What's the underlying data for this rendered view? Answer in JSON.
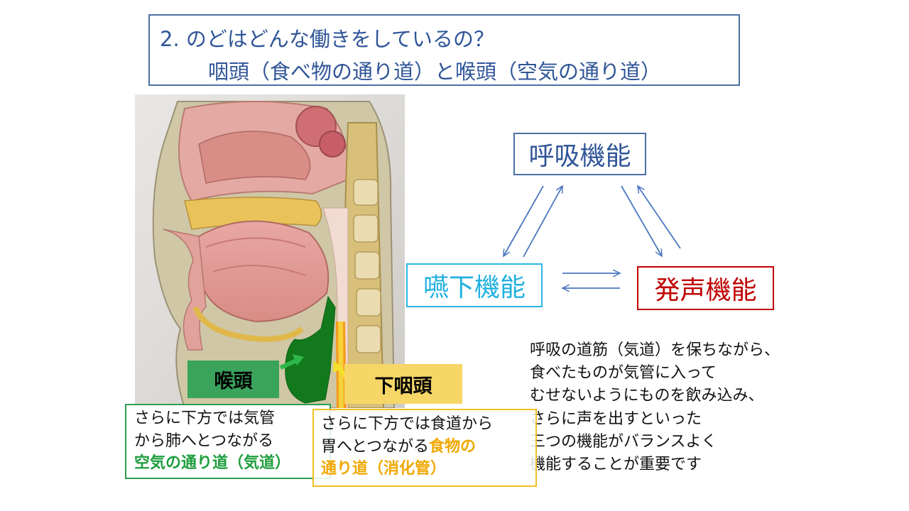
{
  "title": {
    "line1": "2. のどはどんな働きをしているの？",
    "line2": "咽頭（食べ物の通り道）と喉頭（空気の通り道）"
  },
  "functions": {
    "breathing": "呼吸機能",
    "swallowing": "嚥下機能",
    "voice": "発声機能"
  },
  "description": [
    "呼吸の道筋（気道）を保ちながら、",
    "食べたものが気管に入って",
    "むせないようにものを飲み込み、",
    "さらに声を出すといった",
    "三つの機能がバランスよく",
    "機能することが重要です"
  ],
  "labels": {
    "larynx": "喉頭",
    "hypopharynx": "下咽頭"
  },
  "air_box": {
    "line1": "さらに下方では気管",
    "line2": "から肺へとつながる",
    "line3": "空気の通り道（気道）"
  },
  "food_box": {
    "line1": "さらに下方では食道から",
    "line2_plain": "胃へとつながる",
    "line2_bold": "食物の",
    "line3": "通り道（消化管）"
  },
  "colors": {
    "title": "#2f5597",
    "breathing": "#2f5597",
    "swallowing": "#1fb0e0",
    "voice": "#c00000",
    "larynx_bg": "#3aa35c",
    "hypopharynx_bg": "#f6d667",
    "airway": "#1e9e3e",
    "foodway": "#f0a800"
  }
}
